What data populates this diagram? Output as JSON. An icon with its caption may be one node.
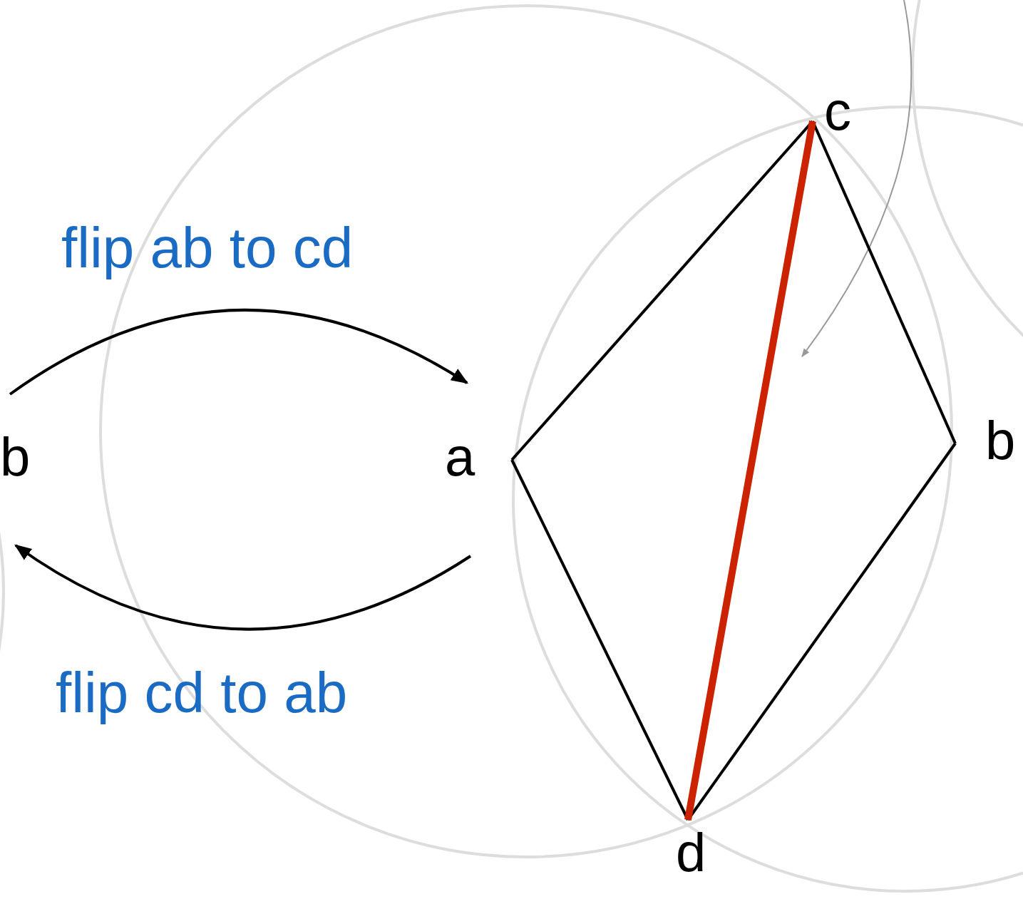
{
  "diagram": {
    "nodes": [
      {
        "text": [
          "b"
        ]
      },
      {
        "text": [
          "a"
        ]
      },
      {
        "text": [
          "c"
        ]
      },
      {
        "text": [
          "b"
        ]
      },
      {
        "text": [
          "d"
        ]
      }
    ],
    "edges": [
      {
        "from": 0,
        "to": 1,
        "arrow": "to",
        "label": "flip ab to cd"
      },
      {
        "from": 1,
        "to": 0,
        "arrow": "to",
        "label": "flip cd to ab"
      },
      {
        "from": 1,
        "to": 2,
        "arrow": "none"
      },
      {
        "from": 2,
        "to": 3,
        "arrow": "none"
      },
      {
        "from": 3,
        "to": 4,
        "arrow": "none"
      },
      {
        "from": 4,
        "to": 1,
        "arrow": "none"
      },
      {
        "from": 2,
        "to": 4,
        "arrow": "none",
        "style": "thick",
        "color": "#cc2200"
      }
    ]
  }
}
